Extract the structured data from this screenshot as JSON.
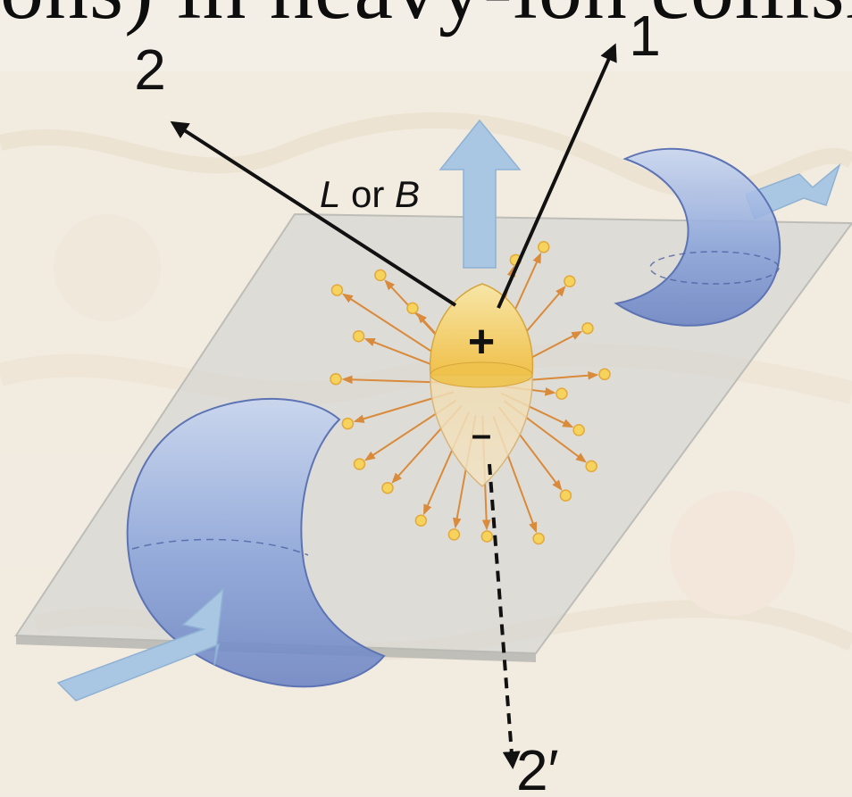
{
  "background_caption": "ons) in heavy-ion collisio",
  "labels": {
    "arrow_1": "1",
    "arrow_2": "2",
    "arrow_2_prime": "2′",
    "field_prefix": "L",
    "field_or": " or ",
    "field_suffix": "B",
    "positive_charge": "+",
    "negative_charge": "–"
  },
  "colors": {
    "nucleus_blue": "#7f9fd6",
    "plane_gray": "#d0d0cc",
    "motion_arrow_blue": "#a9c7e3",
    "fireball_gold": "#f3c85a",
    "emission_arrow_orange": "#d98a3a"
  }
}
